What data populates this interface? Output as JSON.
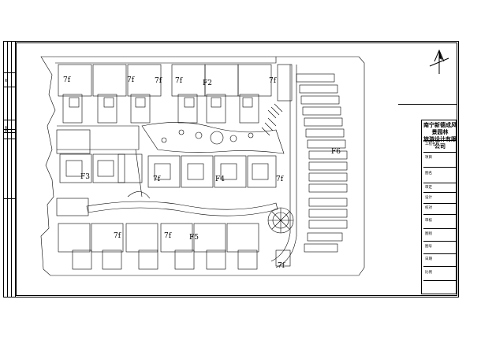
{
  "title_block": {
    "company": "南宁新德成风景园林\n旅游设计有限公司",
    "rows": [
      "工程名称",
      "项目",
      "图名",
      "审定",
      "设计",
      "校对",
      "审核",
      "图别",
      "图号",
      "日期",
      "比例"
    ]
  },
  "building_labels": [
    {
      "text": "7f",
      "id": "a"
    },
    {
      "text": "7f",
      "id": "b"
    },
    {
      "text": "7f",
      "id": "c"
    },
    {
      "text": "7f",
      "id": "d"
    },
    {
      "text": "F2",
      "id": "e"
    },
    {
      "text": "7f",
      "id": "f"
    },
    {
      "text": "F6",
      "id": "g"
    },
    {
      "text": "F3",
      "id": "h"
    },
    {
      "text": "7f",
      "id": "i"
    },
    {
      "text": "F4",
      "id": "j"
    },
    {
      "text": "7f",
      "id": "k"
    },
    {
      "text": "7f",
      "id": "l"
    },
    {
      "text": "7f",
      "id": "m"
    },
    {
      "text": "F5",
      "id": "n"
    },
    {
      "text": "7f",
      "id": "o"
    }
  ],
  "left_strip_labels": [
    "图",
    "图纸"
  ],
  "colors": {
    "line": "#000000",
    "background": "#ffffff"
  }
}
